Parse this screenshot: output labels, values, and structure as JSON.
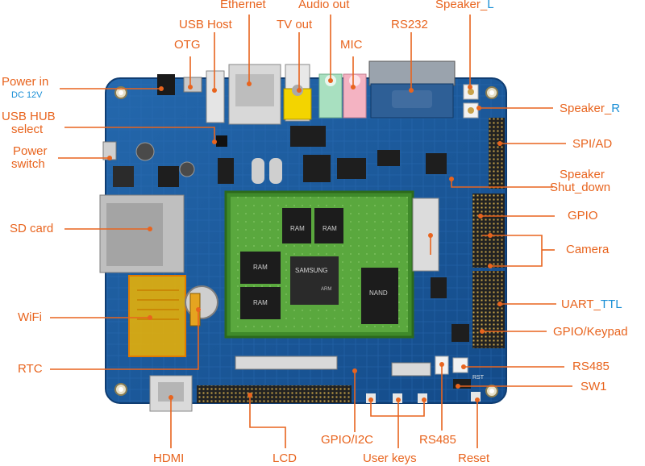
{
  "labels": {
    "ethernet": "Ethernet",
    "audio_out": "Audio out",
    "speaker_l_prefix": "Speaker_",
    "speaker_l_suffix": "L",
    "usb_host": "USB Host",
    "tv_out": "TV out",
    "rs232": "RS232",
    "otg": "OTG",
    "mic": "MIC",
    "power_in": "Power in",
    "dc_12v": "DC 12V",
    "speaker_r_prefix": "Speaker_",
    "speaker_r_suffix": "R",
    "usb_hub_line1": "USB HUB",
    "usb_hub_line2": "select",
    "spi_ad": "SPI/AD",
    "power_line1": "Power",
    "power_line2": "switch",
    "speaker_sd_line1": "Speaker",
    "speaker_sd_line2": "Shut_down",
    "gpio": "GPIO",
    "sd_card": "SD card",
    "camera": "Camera",
    "uart_prefix": "UART_",
    "uart_suffix": "TTL",
    "wifi": "WiFi",
    "gpio_keypad": "GPIO/Keypad",
    "rtc": "RTC",
    "rs485_right": "RS485",
    "sw1": "SW1",
    "hdmi": "HDMI",
    "lcd": "LCD",
    "gpio_i2c": "GPIO/I2C",
    "rs485_bottom": "RS485",
    "user_keys": "User keys",
    "reset": "Reset"
  },
  "chip_text": {
    "samsung": "SAMSUNG",
    "ram": "RAM",
    "nand": "NAND",
    "arm": "ARM",
    "rst": "RST"
  },
  "colors": {
    "label": "#e8641e",
    "accent_blue": "#1a8fd6",
    "pcb": "#1b5aa0",
    "som": "#58a83c",
    "wifi_highlight": "#f0b400"
  }
}
